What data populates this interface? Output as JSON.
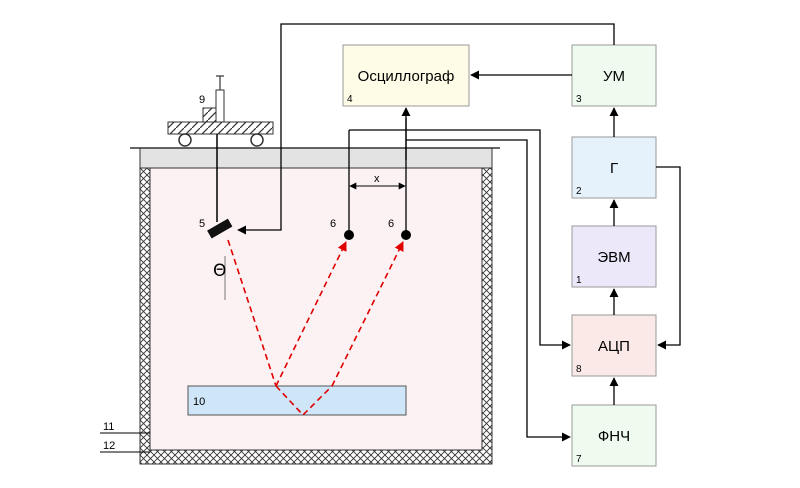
{
  "blocks": {
    "computer": {
      "name": "ЭВМ",
      "num": "1",
      "fill": "#ece8fa"
    },
    "generator": {
      "name": "Г",
      "num": "2",
      "fill": "#e6f2fb"
    },
    "amplifier": {
      "name": "УМ",
      "num": "3",
      "fill": "#eefbee"
    },
    "oscilloscope": {
      "name": "Осциллограф",
      "num": "4",
      "fill": "#fefbe6"
    },
    "adc": {
      "name": "АЦП",
      "num": "8",
      "fill": "#fbe9e7"
    },
    "lpf": {
      "name": "ФНЧ",
      "num": "7",
      "fill": "#eefbee"
    }
  },
  "labels": {
    "emitter": "5",
    "receiver_left": "6",
    "receiver_right": "6",
    "plate": "10",
    "line_11": "11",
    "line_12": "12",
    "traverse": "9",
    "distance": "x",
    "angle": "Θ"
  },
  "colors": {
    "tank_fill": "#fcf2f4",
    "plate_fill": "#cfe6f8",
    "ray": "#e00000"
  }
}
